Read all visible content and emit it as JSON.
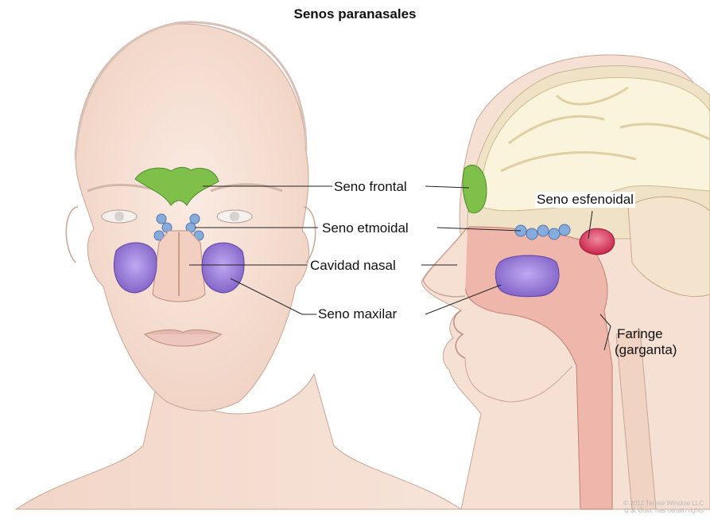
{
  "title": "Senos paranasales",
  "labels": {
    "frontal": "Seno frontal",
    "etmoidal": "Seno etmoidal",
    "cavidad": "Cavidad nasal",
    "maxilar": "Seno maxilar",
    "esfenoidal": "Seno esfenoidal",
    "faringe_1": "Faringe",
    "faringe_2": "(garganta)"
  },
  "copyright": {
    "line1": "© 2012 Terese Winslow LLC",
    "line2": "U.S. Govt. has certain rights"
  },
  "colors": {
    "frontal_sinus": "#7ec04a",
    "ethmoid_sinus": "#7fa8dc",
    "maxillary_sinus": "#9a7ed8",
    "sphenoid_sinus": "#d43a5c",
    "skin": "#f5ddd0",
    "airway": "#e9a79f",
    "brain": "#fbf4dc"
  }
}
